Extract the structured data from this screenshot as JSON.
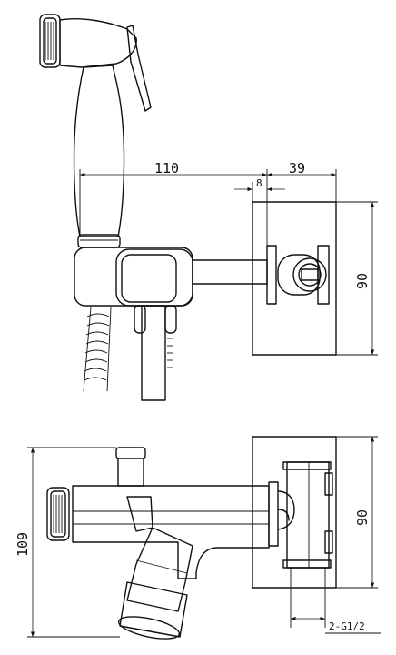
{
  "dimensions": {
    "shower_to_mount": "110",
    "mount_depth": "39",
    "plate_offset": "8",
    "front_plate_height": "90",
    "side_plate_height": "90",
    "overall_height": "109",
    "thread": "2-G1/2"
  }
}
